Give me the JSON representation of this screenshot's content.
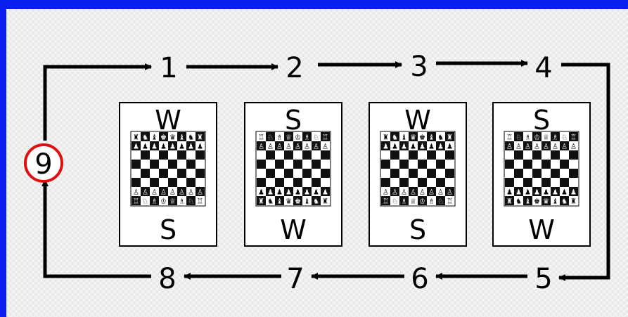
{
  "steps": [
    "1",
    "2",
    "3",
    "4",
    "5",
    "6",
    "7",
    "8",
    "9"
  ],
  "highlight_step": "9",
  "highlight_color": "#e01010",
  "frame_color": "#0a1ef0",
  "boards": [
    {
      "top": "W",
      "bottom": "S",
      "dark_on_top": true,
      "top_back": "♜♞♝♚♛♝♞♜",
      "bottom_back": "♖♘♗♔♕♗♘♖"
    },
    {
      "top": "S",
      "bottom": "W",
      "dark_on_top": false,
      "top_back": "♖♘♗♕♔♗♘♖",
      "bottom_back": "♜♞♝♛♚♝♞♜"
    },
    {
      "top": "W",
      "bottom": "S",
      "dark_on_top": true,
      "top_back": "♜♞♝♛♚♝♞♜",
      "bottom_back": "♖♘♗♕♔♗♘♖"
    },
    {
      "top": "S",
      "bottom": "W",
      "dark_on_top": false,
      "top_back": "♖♘♗♔♕♗♘♖",
      "bottom_back": "♜♞♝♚♛♝♞♜"
    }
  ],
  "pawns": {
    "white": "♙",
    "black": "♟"
  }
}
